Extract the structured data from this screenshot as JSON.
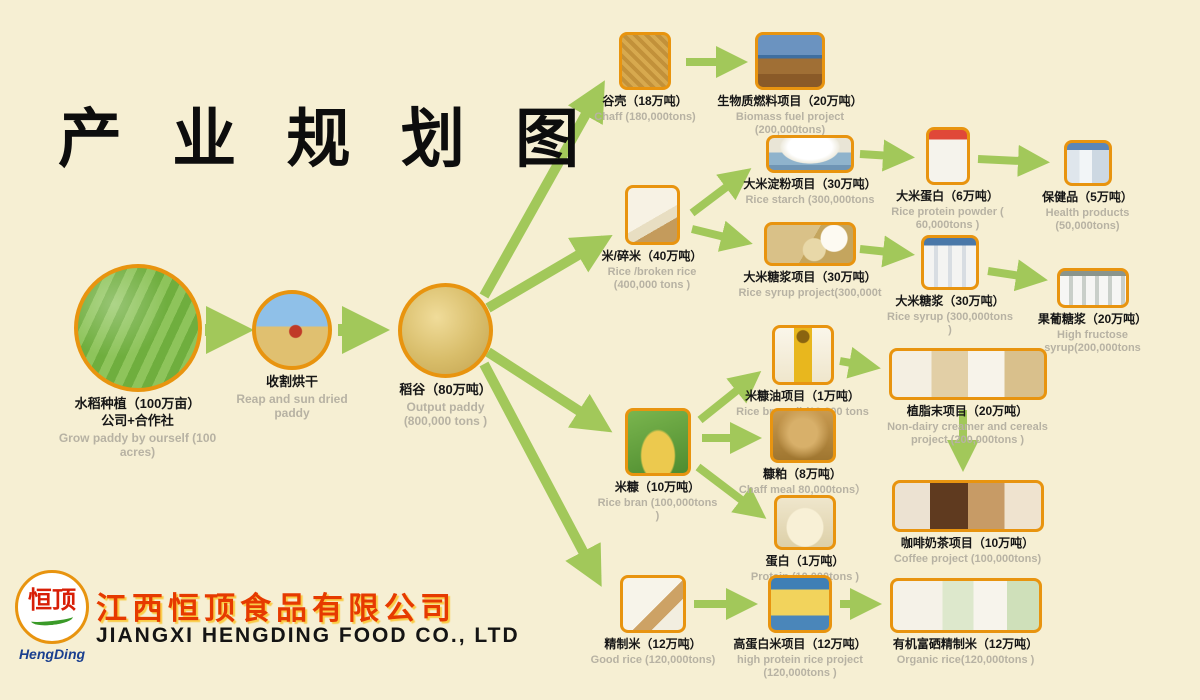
{
  "page": {
    "title": "产 业 规 划 图",
    "bg_color": "#f6efd3",
    "arrow_color": "#a2c85a",
    "border_color": "#e8940f"
  },
  "company": {
    "logo_cn": "恒顶",
    "logo_en": "HengDing",
    "name_cn": "江西恒顶食品有限公司",
    "name_en": "JIANGXI HENGDING FOOD CO., LTD"
  },
  "chain": {
    "grow": {
      "cn1": "水稻种植（100万亩）",
      "cn2": "公司+合作社",
      "en": "Grow paddy  by ourself (100 acres)"
    },
    "reap": {
      "cn": "收割烘干",
      "en": "Reap and sun dried paddy"
    },
    "paddy": {
      "cn": "稻谷（80万吨）",
      "en": "Output paddy (800,000 tons )"
    }
  },
  "nodes": {
    "chaff": {
      "cn": "谷壳（18万吨）",
      "en": "Chaff (180,000tons)"
    },
    "biomass": {
      "cn": "生物质燃料项目（20万吨）",
      "en": "Biomass fuel project (200,000tons)"
    },
    "rice": {
      "cn": "米/碎米（40万吨）",
      "en": "Rice /broken rice (400,000 tons )"
    },
    "starch": {
      "cn": "大米淀粉项目（30万吨）",
      "en": "Rice starch  (300,000tons"
    },
    "rice_protein": {
      "cn": "大米蛋白（6万吨）",
      "en": "Rice protein powder ( 60,000tons )"
    },
    "health": {
      "cn": "保健品（5万吨）",
      "en": "Health products (50,000tons)"
    },
    "syrup_project": {
      "cn": "大米糖浆项目（30万吨）",
      "en": "Rice syrup project(300,000t"
    },
    "syrup": {
      "cn": "大米糖浆（30万吨）",
      "en": "Rice syrup (300,000tons )"
    },
    "fructose": {
      "cn": "果葡糖浆（20万吨）",
      "en": "High fructose syrup(200,000tons"
    },
    "bran": {
      "cn": "米糠（10万吨）",
      "en": "Rice bran (100,000tons )"
    },
    "bran_oil": {
      "cn": "米糠油项目（1万吨）",
      "en": "Rice bran oil (10,000 tons )"
    },
    "chaff_meal": {
      "cn": "糠粕（8万吨）",
      "en": "Chaff meal 80,000tons）"
    },
    "protein": {
      "cn": "蛋白（1万吨）",
      "en": "Protein (10,000tons )"
    },
    "creamer": {
      "cn": "植脂末项目（20万吨）",
      "en": "Non-dairy creamer and cereals project (200,000tons )"
    },
    "coffee": {
      "cn": "咖啡奶茶项目（10万吨）",
      "en": "Coffee project (100,000tons)"
    },
    "good_rice": {
      "cn": "精制米（12万吨）",
      "en": "Good rice (120,000tons)"
    },
    "high_protein_rice": {
      "cn": "高蛋白米项目（12万吨）",
      "en": "high protein  rice project (120,000tons )"
    },
    "organic": {
      "cn": "有机富硒精制米（12万吨）",
      "en": "Organic rice(120,000tons )"
    }
  }
}
